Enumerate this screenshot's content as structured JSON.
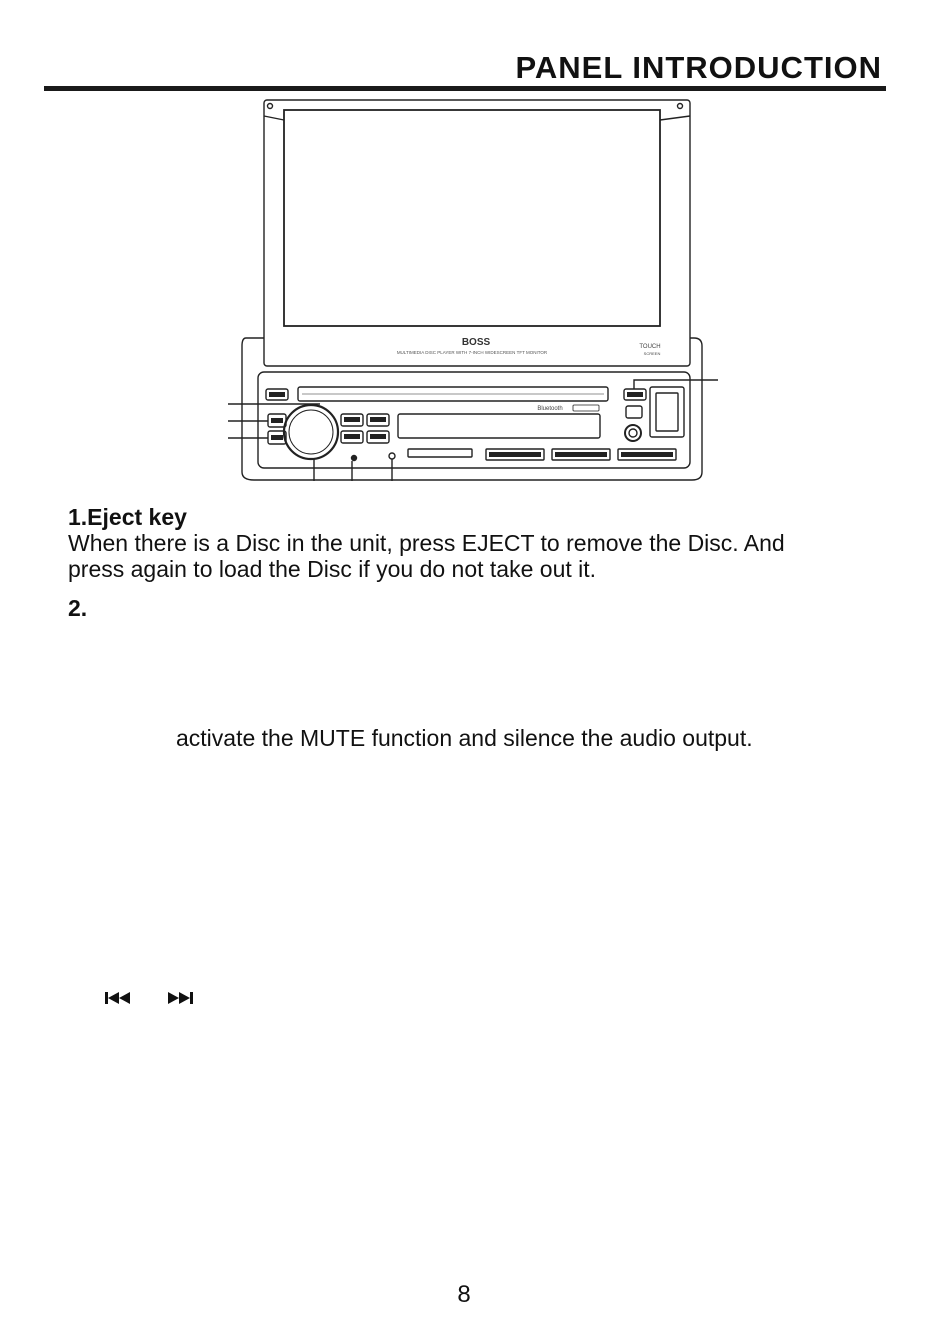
{
  "header": {
    "title": "PANEL INTRODUCTION"
  },
  "illustration": {
    "brand": "BOSS",
    "caption": "MULTIMEDIA DISC PLAYER WITH 7-INCH WIDESCREEN TFT MONITOR",
    "badge_top": "TOUCH",
    "badge_bottom": "SCREEN",
    "bt_label": "Bluetooth"
  },
  "sections": [
    {
      "heading": "1.Eject key",
      "lines": [
        "When there is a Disc in the unit, press EJECT to remove the Disc. And",
        "press again to load the Disc if you do not take out it."
      ]
    },
    {
      "heading": "2."
    }
  ],
  "mute_text": "activate the MUTE function and silence the audio output.",
  "icons": {
    "prev": "skip-previous-icon",
    "next": "skip-next-icon"
  },
  "footer": {
    "page_number": "8"
  }
}
